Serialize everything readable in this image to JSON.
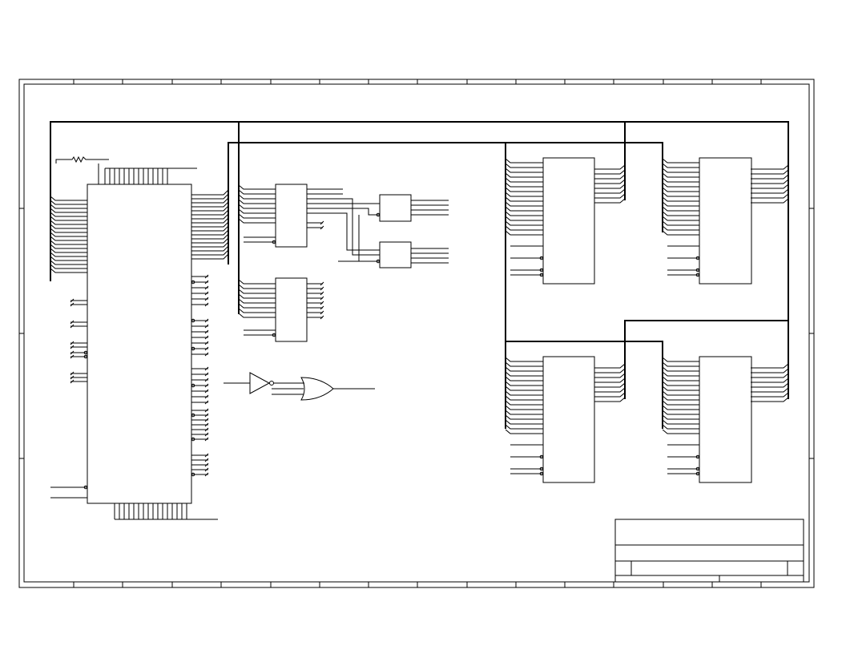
{
  "sheet": {
    "kind": "schematic",
    "title_block": {
      "title": "",
      "size": "",
      "document_number": "",
      "revision": "",
      "date": "",
      "sheet_of": ""
    }
  },
  "components": {
    "main_ic": {
      "pin_count_left": 23,
      "pin_count_right": 40,
      "pin_count_top": 14,
      "pin_count_bottom": 16
    },
    "memory_banks": {
      "count": 4
    },
    "latches": {
      "count": 2
    },
    "small_blocks": {
      "count": 2
    },
    "gates": [
      "inverter",
      "or-gate"
    ],
    "resistor": {
      "present": true
    }
  },
  "colors": {
    "ink": "#000000",
    "paper": "#ffffff"
  }
}
